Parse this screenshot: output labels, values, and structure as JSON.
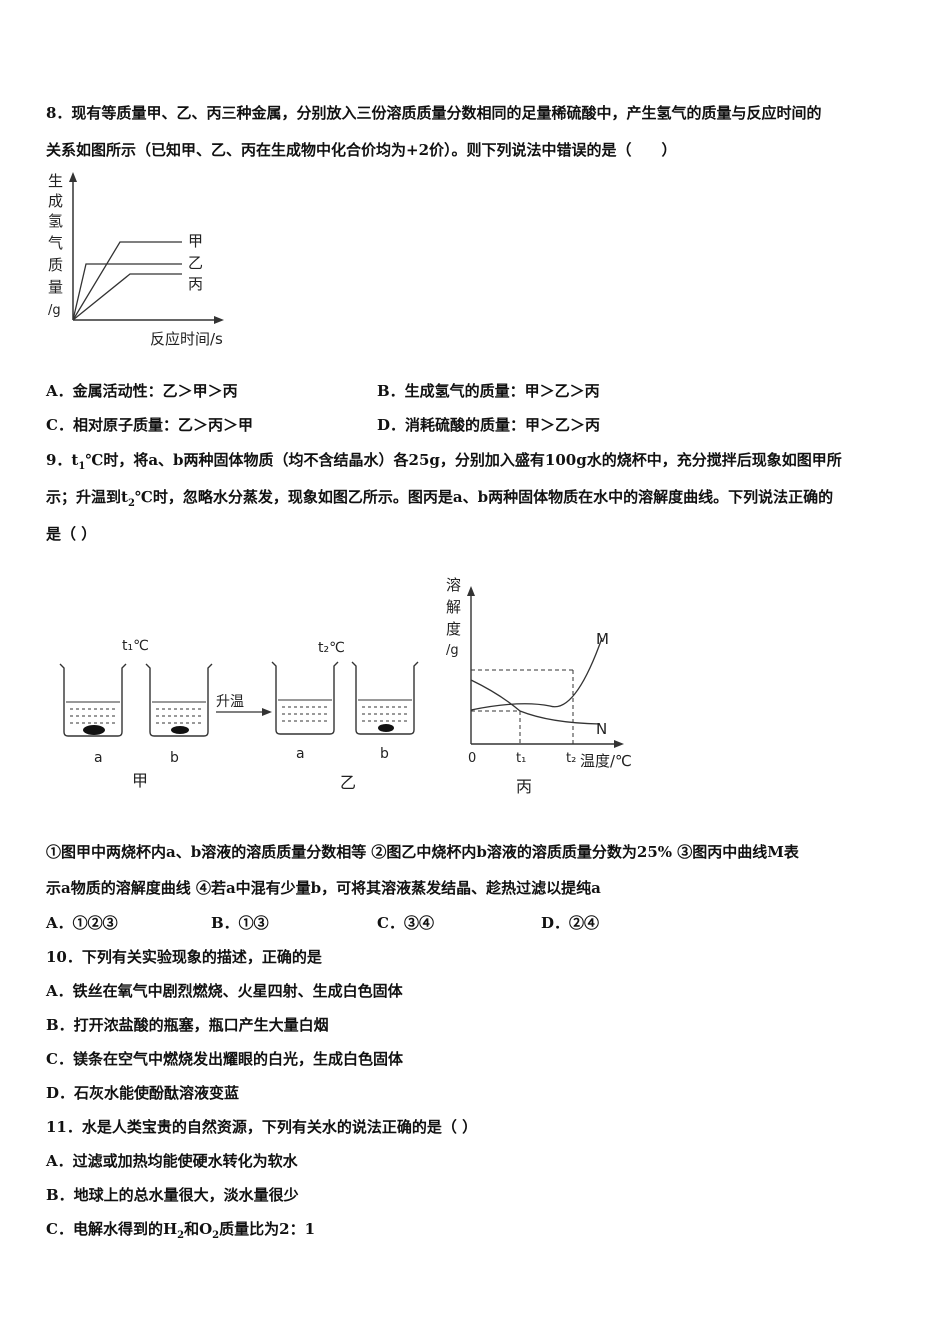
{
  "q8": {
    "stem_line1": "8．现有等质量甲、乙、丙三种金属，分别放入三份溶质质量分数相同的足量稀硫酸中，产生氢气的质量与反应时间的",
    "stem_line2": "关系如图所示（已知甲、乙、丙在生成物中化合价均为+2价）。则下列说法中错误的是（　　）",
    "chart": {
      "ylabel_chars": [
        "生",
        "成",
        "氢",
        "气",
        "质",
        "量",
        "/g"
      ],
      "xlabel": "反应时间/s",
      "series_labels": [
        "甲",
        "乙",
        "丙"
      ]
    },
    "options": {
      "A": "A．金属活动性：乙＞甲＞丙",
      "B": "B．生成氢气的质量：甲＞乙＞丙",
      "C": "C．相对原子质量：乙＞丙＞甲",
      "D": "D．消耗硫酸的质量：甲＞乙＞丙"
    }
  },
  "q9": {
    "stem_line1_pre": "9．t",
    "stem_line1_sub": "1",
    "stem_line1_post": "℃时，将a、b两种固体物质（均不含结晶水）各25g，分别加入盛有100g水的烧杯中，充分搅拌后现象如图甲所",
    "stem_line2_pre": "示；升温到t",
    "stem_line2_sub": "2",
    "stem_line2_post": "℃时，忽略水分蒸发，现象如图乙所示。图丙是a、b两种固体物质在水中的溶解度曲线。下列说法正确的",
    "stem_line3": "是（ ）",
    "figure": {
      "t1_label": "t₁℃",
      "t2_label": "t₂℃",
      "arrow_label": "升温",
      "beaker_a": "a",
      "beaker_b": "b",
      "caption_jia": "甲",
      "caption_yi": "乙",
      "caption_bing": "丙",
      "curve_ylabel_chars": [
        "溶",
        "解",
        "度",
        "/g"
      ],
      "curve_M": "M",
      "curve_N": "N",
      "tick_0": "0",
      "tick_t1": "t₁",
      "tick_t2": "t₂",
      "curve_xlabel": "温度/℃"
    },
    "statement_line1": "①图甲中两烧杯内a、b溶液的溶质质量分数相等 ②图乙中烧杯内b溶液的溶质质量分数为25% ③图丙中曲线M表",
    "statement_line2": "示a物质的溶解度曲线 ④若a中混有少量b，可将其溶液蒸发结晶、趁热过滤以提纯a",
    "options": {
      "A": "A．①②③",
      "B": "B．①③",
      "C": "C．③④",
      "D": "D．②④"
    }
  },
  "q10": {
    "stem": "10．下列有关实验现象的描述，正确的是",
    "A": "A．铁丝在氧气中剧烈燃烧、火星四射、生成白色固体",
    "B": "B．打开浓盐酸的瓶塞，瓶口产生大量白烟",
    "C": "C．镁条在空气中燃烧发出耀眼的白光，生成白色固体",
    "D": "D．石灰水能使酚酞溶液变蓝"
  },
  "q11": {
    "stem": "11．水是人类宝贵的自然资源，下列有关水的说法正确的是（ ）",
    "A": "A．过滤或加热均能使硬水转化为软水",
    "B": "B．地球上的总水量很大，淡水量很少",
    "C_pre": "C．电解水得到的H",
    "C_sub1": "2",
    "C_mid": "和O",
    "C_sub2": "2",
    "C_post": "质量比为2：1"
  }
}
